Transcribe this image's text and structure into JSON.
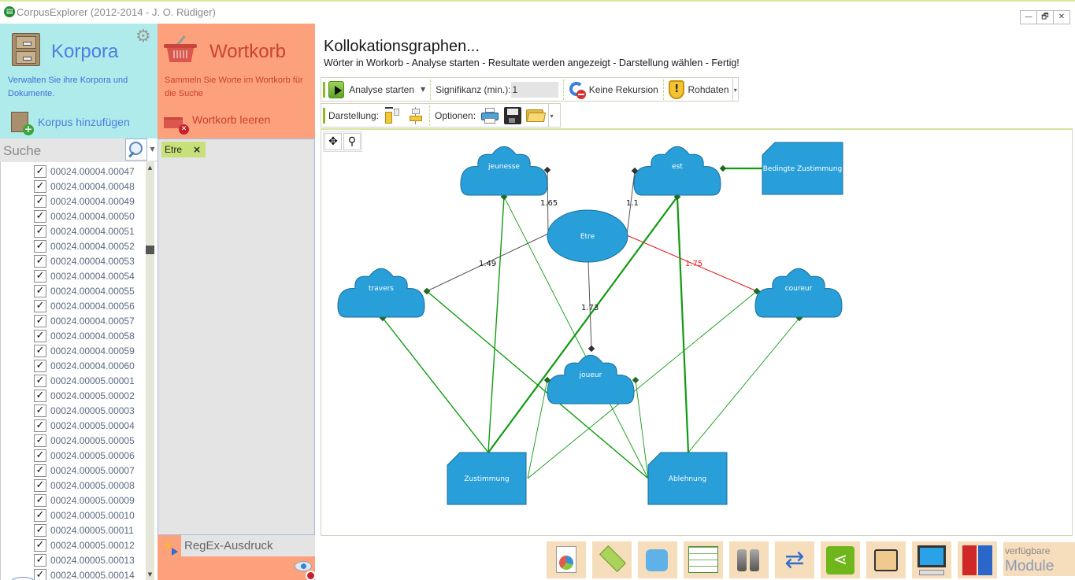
{
  "window": {
    "title": "CorpusExplorer (2012-2014 - J. O. Rüdiger)",
    "controls": {
      "minimize": "—",
      "restore": "🗗",
      "close": "✕"
    }
  },
  "korpora": {
    "title": "Korpora",
    "description": "Verwalten Sie ihre Korpora und Dokumente.",
    "add_label": "Korpus hinzufügen",
    "settings_icon": "gear-icon"
  },
  "wortkorb": {
    "title": "Wortkorb",
    "description": "Sammeln Sie Worte im Wortkorb für die Suche",
    "clear_label": "Wortkorb leeren",
    "tags": [
      {
        "label": "Etre",
        "remove": "×"
      }
    ],
    "regex_label": "RegEx-Ausdruck"
  },
  "search": {
    "label": "Suche"
  },
  "documents": [
    "00024.00004.00047",
    "00024.00004.00048",
    "00024.00004.00049",
    "00024.00004.00050",
    "00024.00004.00051",
    "00024.00004.00052",
    "00024.00004.00053",
    "00024.00004.00054",
    "00024.00004.00055",
    "00024.00004.00056",
    "00024.00004.00057",
    "00024.00004.00058",
    "00024.00004.00059",
    "00024.00004.00060",
    "00024.00005.00001",
    "00024.00005.00002",
    "00024.00005.00003",
    "00024.00005.00004",
    "00024.00005.00005",
    "00024.00005.00006",
    "00024.00005.00007",
    "00024.00005.00008",
    "00024.00005.00009",
    "00024.00005.00010",
    "00024.00005.00011",
    "00024.00005.00012",
    "00024.00005.00013",
    "00024.00005.00014"
  ],
  "documents_checked": true,
  "main": {
    "title": "Kollokationsgraphen...",
    "subtitle": "Wörter in Workorb - Analyse starten - Resultate werden angezeigt - Darstellung wählen - Fertig!"
  },
  "toolbar": {
    "analyse_label": "Analyse starten",
    "significance_label": "Signifikanz (min.):",
    "significance_value": "1",
    "recursion_label": "Keine Rekursion",
    "rawdata_label": "Rohdaten",
    "display_label": "Darstellung:",
    "options_label": "Optionen:",
    "more_glyph": "▾"
  },
  "canvas_tools": {
    "move": "✥",
    "zoom": "⚲"
  },
  "graph": {
    "colors": {
      "node_fill": "#289fd9",
      "node_stroke": "#1b6e9a",
      "edge_neutral": "#555555",
      "edge_negative": "#e8191a",
      "edge_category": "#129a12"
    },
    "nodes": [
      {
        "id": "etre",
        "label": "Etre",
        "shape": "ellipse"
      },
      {
        "id": "jeunesse",
        "label": "jeunesse",
        "shape": "cloud"
      },
      {
        "id": "est",
        "label": "est",
        "shape": "cloud"
      },
      {
        "id": "travers",
        "label": "travers",
        "shape": "cloud"
      },
      {
        "id": "coureur",
        "label": "coureur",
        "shape": "cloud"
      },
      {
        "id": "joueur",
        "label": "joueur",
        "shape": "cloud"
      },
      {
        "id": "bedingte",
        "label": "Bedingte Zustimmung",
        "shape": "card"
      },
      {
        "id": "zustimmung",
        "label": "Zustimmung",
        "shape": "card"
      },
      {
        "id": "ablehnung",
        "label": "Ablehnung",
        "shape": "card"
      }
    ],
    "edges": [
      {
        "from": "etre",
        "to": "jeunesse",
        "weight": "1.65",
        "kind": "neutral"
      },
      {
        "from": "etre",
        "to": "est",
        "weight": "1.1",
        "kind": "neutral"
      },
      {
        "from": "etre",
        "to": "travers",
        "weight": "1.49",
        "kind": "neutral"
      },
      {
        "from": "etre",
        "to": "coureur",
        "weight": "1.75",
        "kind": "negative"
      },
      {
        "from": "etre",
        "to": "joueur",
        "weight": "1.73",
        "kind": "neutral"
      },
      {
        "from": "bedingte",
        "to": "est",
        "weight": "",
        "kind": "category-strong"
      },
      {
        "from": "zustimmung",
        "to": "jeunesse",
        "weight": "",
        "kind": "category"
      },
      {
        "from": "zustimmung",
        "to": "est",
        "weight": "",
        "kind": "category-strong"
      },
      {
        "from": "zustimmung",
        "to": "travers",
        "weight": "",
        "kind": "category"
      },
      {
        "from": "zustimmung",
        "to": "joueur",
        "weight": "",
        "kind": "category-thin"
      },
      {
        "from": "zustimmung",
        "to": "coureur",
        "weight": "",
        "kind": "category-thin"
      },
      {
        "from": "ablehnung",
        "to": "jeunesse",
        "weight": "",
        "kind": "category-thin"
      },
      {
        "from": "ablehnung",
        "to": "est",
        "weight": "",
        "kind": "category-strong"
      },
      {
        "from": "ablehnung",
        "to": "travers",
        "weight": "",
        "kind": "category"
      },
      {
        "from": "ablehnung",
        "to": "joueur",
        "weight": "",
        "kind": "category-thin"
      },
      {
        "from": "ablehnung",
        "to": "coureur",
        "weight": "",
        "kind": "category-thin"
      }
    ]
  },
  "modules": {
    "buttons": [
      {
        "name": "chart-report-icon"
      },
      {
        "name": "tag-icon"
      },
      {
        "name": "puzzle-icon"
      },
      {
        "name": "table-icon"
      },
      {
        "name": "binoculars-icon"
      },
      {
        "name": "shuffle-icon"
      },
      {
        "name": "share-icon"
      },
      {
        "name": "chip-icon"
      },
      {
        "name": "monitor-icon"
      },
      {
        "name": "export-icon"
      }
    ],
    "available_small": "verfügbare",
    "available_big": "Module"
  }
}
